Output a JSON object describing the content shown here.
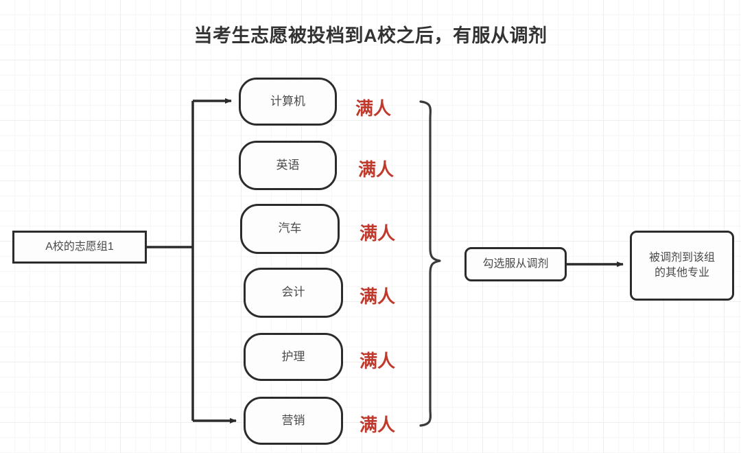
{
  "title": "当考生志愿被投档到A校之后，有服从调剂",
  "colors": {
    "node_border": "#2b2b2b",
    "node_text": "#4a4a4a",
    "status_red": "#bf3a2c",
    "grid_minor": "#f6f6f6",
    "grid_major": "#ededed",
    "background": "#ffffff"
  },
  "source": {
    "label": "A校的志愿组1"
  },
  "majors": [
    {
      "label": "计算机",
      "status": "满人"
    },
    {
      "label": "英语",
      "status": "满人"
    },
    {
      "label": "汽车",
      "status": "满人"
    },
    {
      "label": "会计",
      "status": "满人"
    },
    {
      "label": "护理",
      "status": "满人"
    },
    {
      "label": "营销",
      "status": "满人"
    }
  ],
  "decision": {
    "label": "勾选服从调剂"
  },
  "outcome": {
    "line1": "被调剂到该组",
    "line2": "的其他专业"
  }
}
